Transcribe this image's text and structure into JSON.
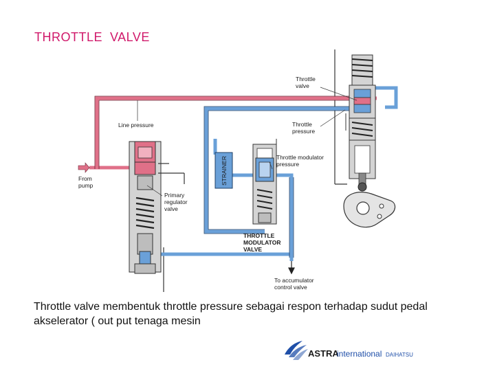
{
  "slide": {
    "title": "THROTTLE  VALVE",
    "caption": "Throttle valve membentuk throttle pressure sebagai respon terhadap sudut pedal akselerator ( out put tenaga mesin"
  },
  "diagram": {
    "labels": {
      "throttle_valve_1": "Throttle",
      "throttle_valve_2": "valve",
      "line_pressure": "Line pressure",
      "throttle_pressure_1": "Throttle",
      "throttle_pressure_2": "pressure",
      "from_pump_1": "From",
      "from_pump_2": "pump",
      "strainer": "STRAINER",
      "throttle_modulator_pressure_1": "Throttle modulator",
      "throttle_modulator_pressure_2": "pressure",
      "primary_regulator_1": "Primary",
      "primary_regulator_2": "regulator",
      "primary_regulator_3": "valve",
      "throttle_modulator_valve_1": "THROTTLE",
      "throttle_modulator_valve_2": "MODULATOR",
      "throttle_modulator_valve_3": "VALVE",
      "accumulator_1": "To accumulator",
      "accumulator_2": "control valve"
    },
    "colors": {
      "line_pressure": "#e07088",
      "throttle_pressure": "#6aa0d8",
      "body_gray": "#c8c8c8",
      "outline": "#333333"
    }
  },
  "logo": {
    "brand": "ASTRA",
    "suffix": "international",
    "partner": "DAIHATSU",
    "accent_color": "#1f4fa8"
  }
}
